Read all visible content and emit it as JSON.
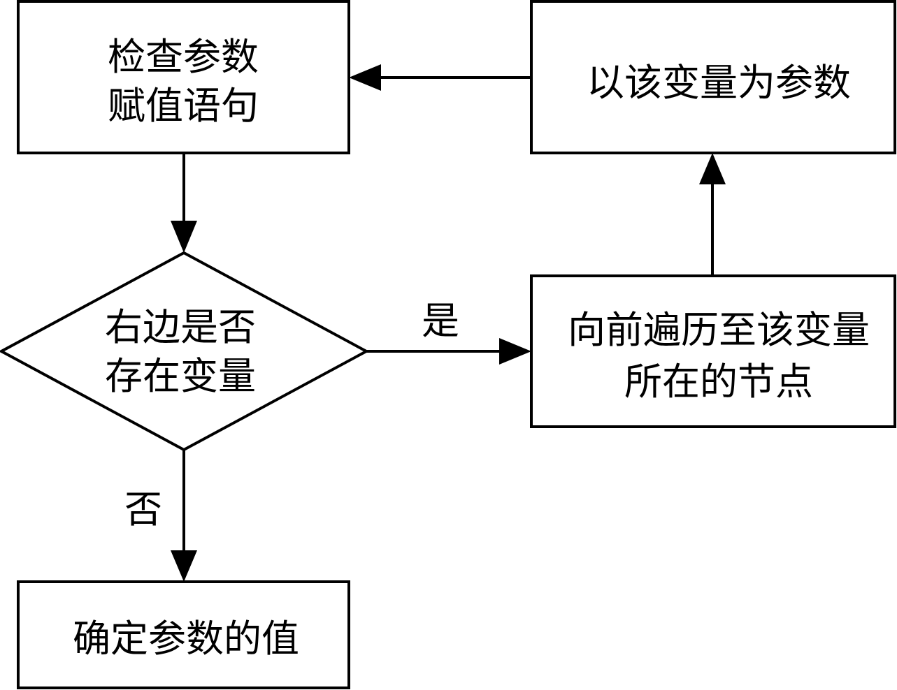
{
  "nodes": {
    "check_param": {
      "lines": [
        "检查参数",
        "赋值语句"
      ]
    },
    "use_variable": {
      "lines": [
        "以该变量为参数"
      ]
    },
    "decision": {
      "lines": [
        "右边是否",
        "存在变量"
      ]
    },
    "traverse": {
      "lines": [
        "向前遍历至该变量",
        "所在的节点"
      ]
    },
    "determine": {
      "lines": [
        "确定参数的值"
      ]
    }
  },
  "edge_labels": {
    "yes": "是",
    "no": "否"
  },
  "colors": {
    "stroke": "#000000",
    "background": "#ffffff"
  }
}
